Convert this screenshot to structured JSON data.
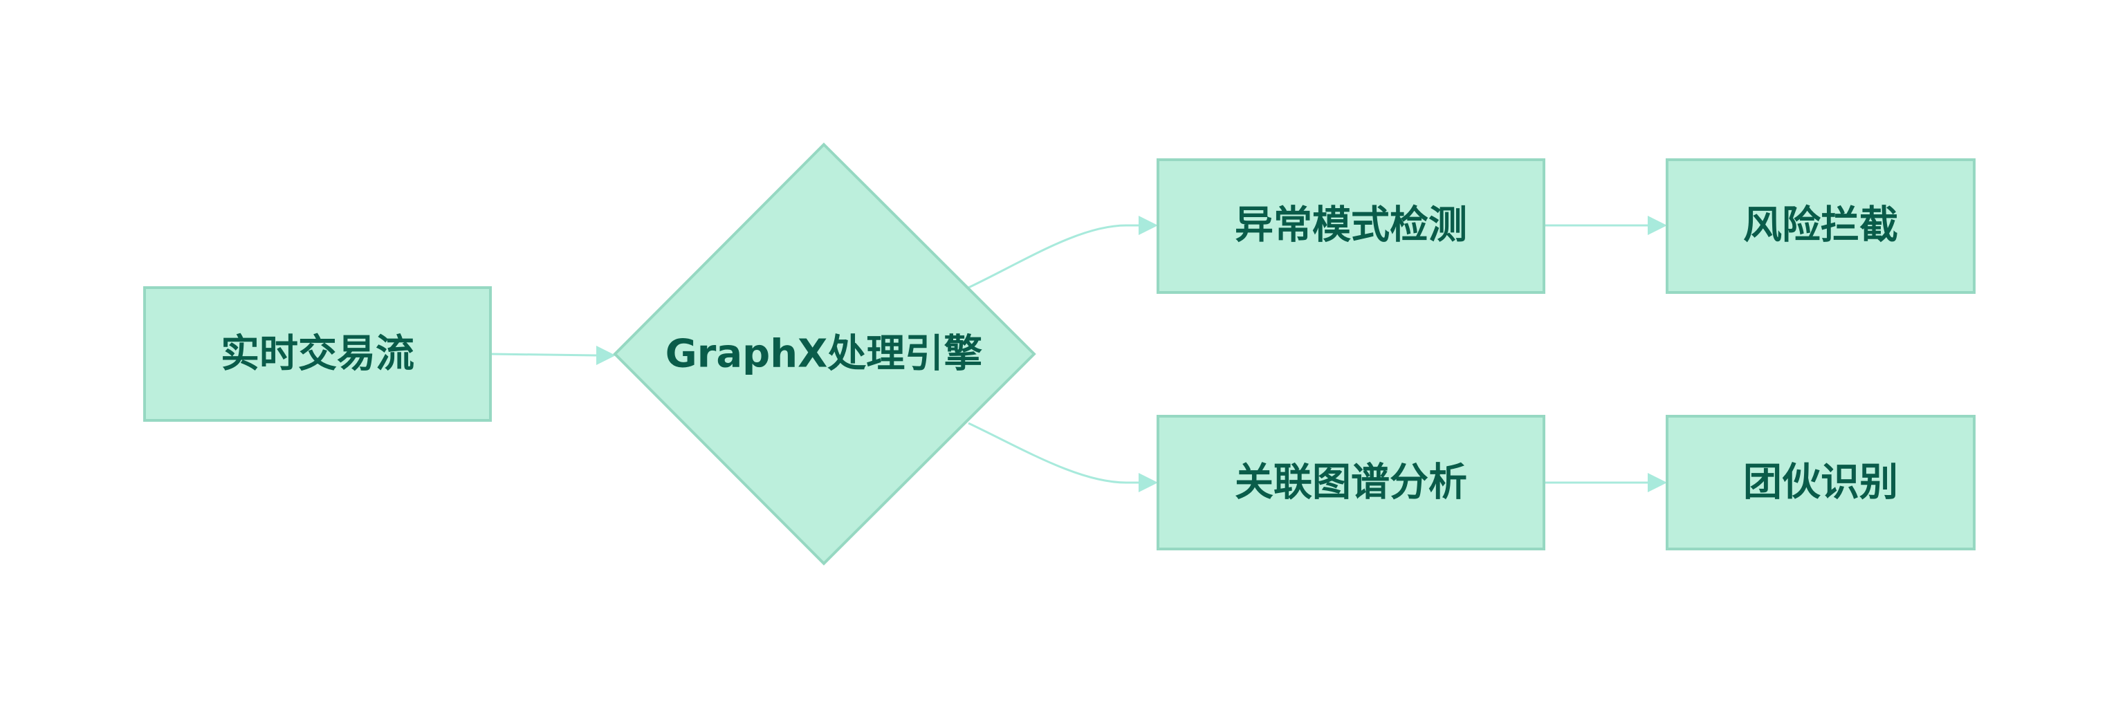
{
  "diagram": {
    "type": "flowchart",
    "colors": {
      "node_fill": "#bcefdc",
      "node_border": "#96d8c2",
      "text": "#0a5c4a",
      "edge": "#a8eadc"
    },
    "nodes": [
      {
        "id": "stream",
        "label": "实时交易流",
        "shape": "rectangle"
      },
      {
        "id": "engine",
        "label": "GraphX处理引擎",
        "shape": "diamond"
      },
      {
        "id": "anomaly",
        "label": "异常模式检测",
        "shape": "rectangle"
      },
      {
        "id": "block",
        "label": "风险拦截",
        "shape": "rectangle"
      },
      {
        "id": "graph",
        "label": "关联图谱分析",
        "shape": "rectangle"
      },
      {
        "id": "gang",
        "label": "团伙识别",
        "shape": "rectangle"
      }
    ],
    "edges": [
      {
        "from": "stream",
        "to": "engine"
      },
      {
        "from": "engine",
        "to": "anomaly"
      },
      {
        "from": "engine",
        "to": "graph"
      },
      {
        "from": "anomaly",
        "to": "block"
      },
      {
        "from": "graph",
        "to": "gang"
      }
    ]
  }
}
